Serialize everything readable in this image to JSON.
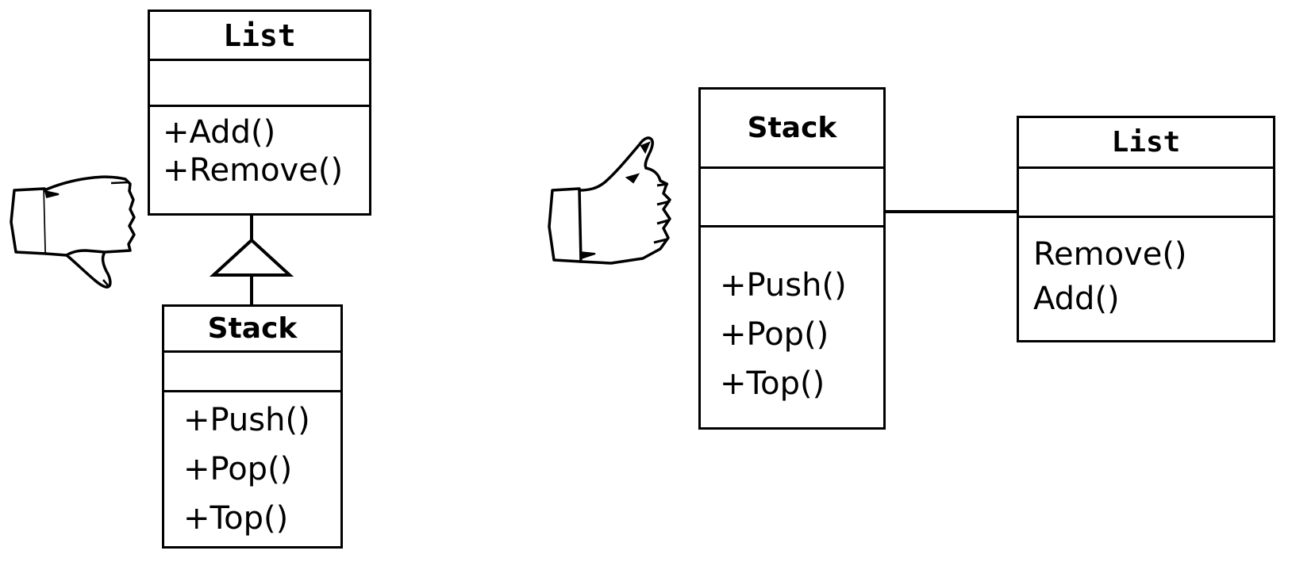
{
  "diagram": {
    "title": "UML class diagram: inheritance vs composition for Stack and List",
    "background_color": "#ffffff",
    "line_color": "#000000",
    "stroke_width": 3
  },
  "left_example": {
    "verdict_icon": "thumbs-down-icon",
    "verdict": "bad",
    "relationship": {
      "type": "generalization",
      "label": "",
      "arrow": "hollow-triangle",
      "from": "Stack",
      "to": "List"
    },
    "classes": [
      {
        "name": "List",
        "name_font": "mono",
        "attributes": [],
        "operations": [
          "+Add()",
          "+Remove()"
        ]
      },
      {
        "name": "Stack",
        "name_font": "sans",
        "attributes": [],
        "operations": [
          "+Push()",
          "+Pop()",
          "+Top()"
        ]
      }
    ]
  },
  "right_example": {
    "verdict_icon": "thumbs-up-icon",
    "verdict": "good",
    "relationship": {
      "type": "association",
      "label": "",
      "arrow": "none",
      "from": "Stack",
      "to": "List"
    },
    "classes": [
      {
        "name": "Stack",
        "name_font": "sans",
        "attributes": [],
        "operations": [
          "+Push()",
          "+Pop()",
          "+Top()"
        ]
      },
      {
        "name": "List",
        "name_font": "mono",
        "attributes": [],
        "operations": [
          "Remove()",
          "Add()"
        ]
      }
    ]
  }
}
